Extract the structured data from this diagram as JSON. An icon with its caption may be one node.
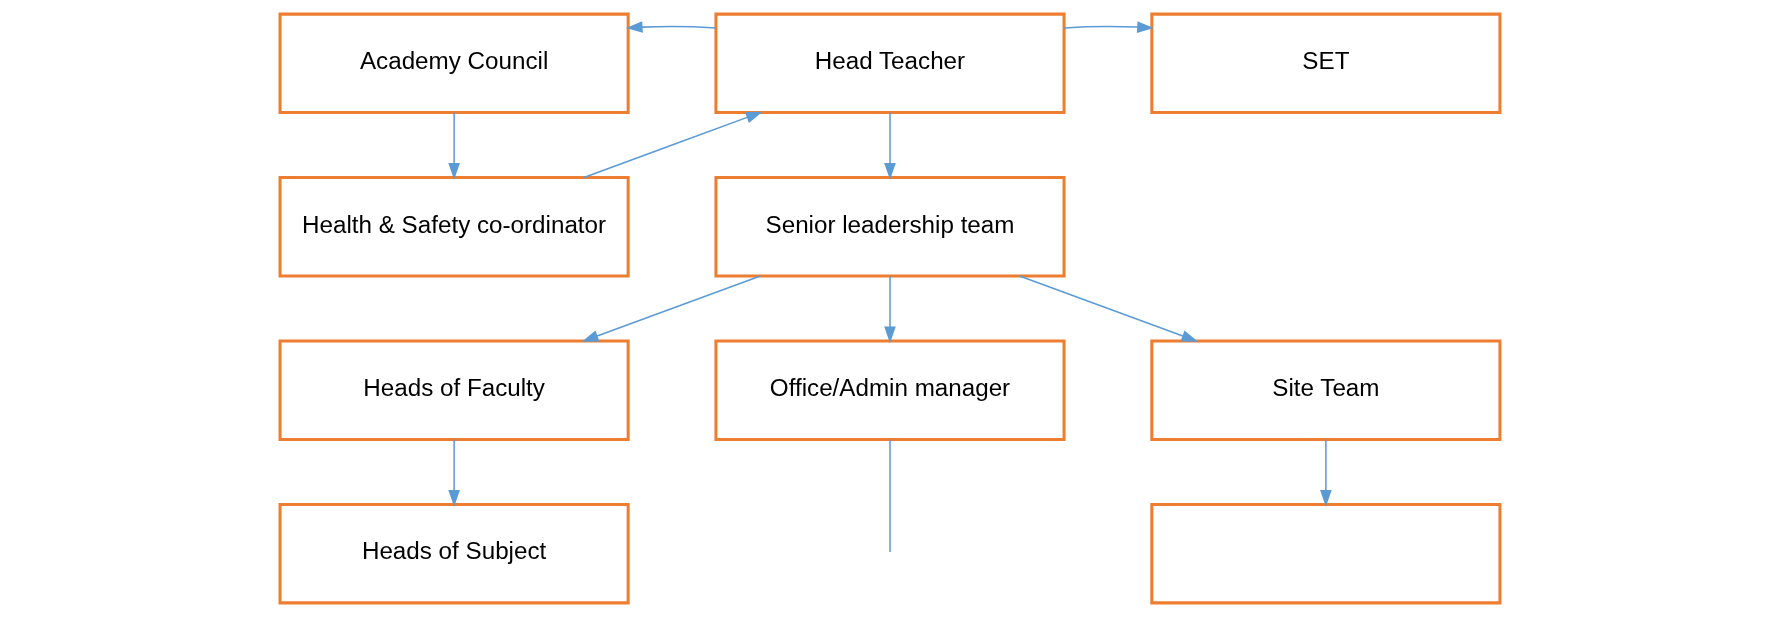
{
  "diagram": {
    "nodes": [
      {
        "text": [
          "Academy Council"
        ]
      },
      {
        "text": [
          "Head Teacher"
        ]
      },
      {
        "text": [
          "SET"
        ]
      },
      {
        "text": [
          "Health & Safety co-ordinator"
        ]
      },
      {
        "text": [
          "Senior leadership team"
        ]
      },
      {
        "text": [
          "Heads of Faculty"
        ]
      },
      {
        "text": [
          "Site Team"
        ]
      },
      {
        "text": [
          "Office/Admin manager"
        ]
      },
      {
        "text": [
          "Heads of Subject"
        ]
      },
      {
        "text": [],
        "shape": "box"
      }
    ],
    "edges": [
      {
        "from": 1,
        "to": 0,
        "arrow": "to"
      },
      {
        "from": 1,
        "to": 2,
        "arrow": "to"
      },
      {
        "from": 0,
        "to": 3,
        "arrow": "to"
      },
      {
        "from": 3,
        "to": 1,
        "arrow": "to"
      },
      {
        "from": 1,
        "to": 4,
        "arrow": "to"
      },
      {
        "from": 4,
        "to": 5,
        "arrow": "to"
      },
      {
        "from": 4,
        "to": 7,
        "arrow": "to"
      },
      {
        "from": 4,
        "to": 6,
        "arrow": "to"
      },
      {
        "from": 5,
        "to": 8,
        "arrow": "to"
      },
      {
        "from": 6,
        "to": 9,
        "arrow": "to"
      },
      {
        "from": 7,
        "to": null,
        "arrow": "none"
      }
    ]
  }
}
